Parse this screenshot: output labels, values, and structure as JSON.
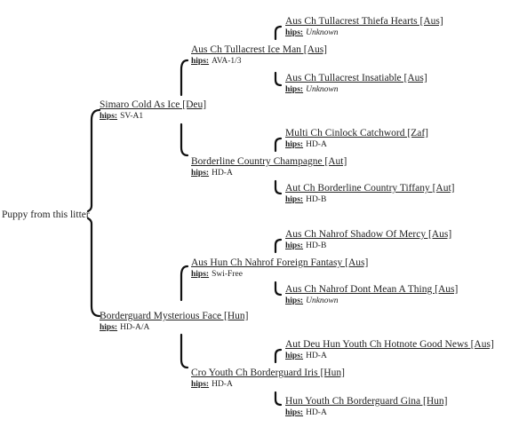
{
  "root": "Puppy from this litter",
  "hips_label": "hips:",
  "dogs": {
    "sire": {
      "name": "Simaro Cold As Ice [Deu]",
      "hips": "SV-A1"
    },
    "dam": {
      "name": "Borderguard Mysterious Face [Hun]",
      "hips": "HD-A/A"
    },
    "sire_sire": {
      "name": "Aus Ch Tullacrest Ice Man [Aus]",
      "hips": "AVA-1/3"
    },
    "sire_dam": {
      "name": "Borderline Country Champagne [Aut]",
      "hips": "HD-A"
    },
    "dam_sire": {
      "name": "Aus Hun Ch Nahrof Foreign Fantasy [Aus]",
      "hips": "Swi-Free"
    },
    "dam_dam": {
      "name": "Cro Youth Ch Borderguard Iris [Hun]",
      "hips": "HD-A"
    },
    "ss_sire": {
      "name": "Aus Ch Tullacrest Thiefa Hearts [Aus]",
      "hips": "Unknown"
    },
    "ss_dam": {
      "name": "Aus Ch Tullacrest Insatiable [Aus]",
      "hips": "Unknown"
    },
    "sd_sire": {
      "name": "Multi Ch Cinlock Catchword [Zaf]",
      "hips": "HD-A"
    },
    "sd_dam": {
      "name": "Aut Ch Borderline Country Tiffany [Aut]",
      "hips": "HD-B"
    },
    "ds_sire": {
      "name": "Aus Ch Nahrof Shadow Of Mercy [Aus]",
      "hips": "HD-B"
    },
    "ds_dam": {
      "name": "Aus Ch Nahrof Dont Mean A Thing [Aus]",
      "hips": "Unknown"
    },
    "dd_sire": {
      "name": "Aut Deu Hun Youth Ch Hotnote Good News [Aus]",
      "hips": "HD-A"
    },
    "dd_dam": {
      "name": "Hun Youth Ch Borderguard Gina [Hun]",
      "hips": "HD-A"
    }
  }
}
